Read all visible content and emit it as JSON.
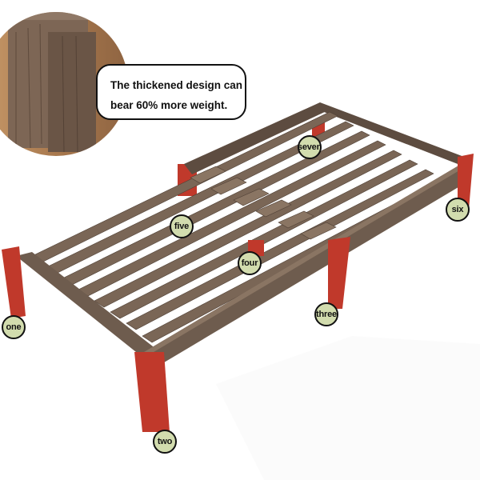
{
  "callout": {
    "line1": "The thickened design can",
    "line2": "bear 60% more weight."
  },
  "labels": {
    "one": "one",
    "two": "two",
    "three": "three",
    "four": "four",
    "five": "five",
    "six": "six",
    "seven": "seven"
  },
  "colors": {
    "wood": "#6e5c4e",
    "wood_dark": "#4f4036",
    "legs": "#c0392b",
    "label_fill": "#d2dcae"
  }
}
